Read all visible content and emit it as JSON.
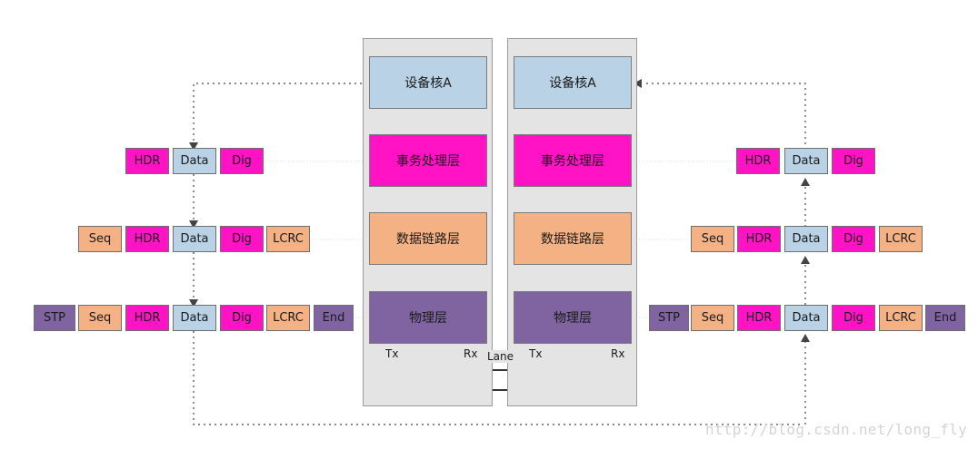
{
  "left_stack": {
    "core": "设备核A",
    "transaction": "事务处理层",
    "link": "数据链路层",
    "physical": "物理层",
    "tx": "Tx",
    "rx": "Rx"
  },
  "right_stack": {
    "core": "设备核A",
    "transaction": "事务处理层",
    "link": "数据链路层",
    "physical": "物理层",
    "tx": "Tx",
    "rx": "Rx"
  },
  "lane_label": "Lane",
  "packets": {
    "transaction": [
      "HDR",
      "Data",
      "Dig"
    ],
    "link": [
      "Seq",
      "HDR",
      "Data",
      "Dig",
      "LCRC"
    ],
    "physical": [
      "STP",
      "Seq",
      "HDR",
      "Data",
      "Dig",
      "LCRC",
      "End"
    ]
  },
  "watermark": "http://blog.csdn.net/long_fly"
}
